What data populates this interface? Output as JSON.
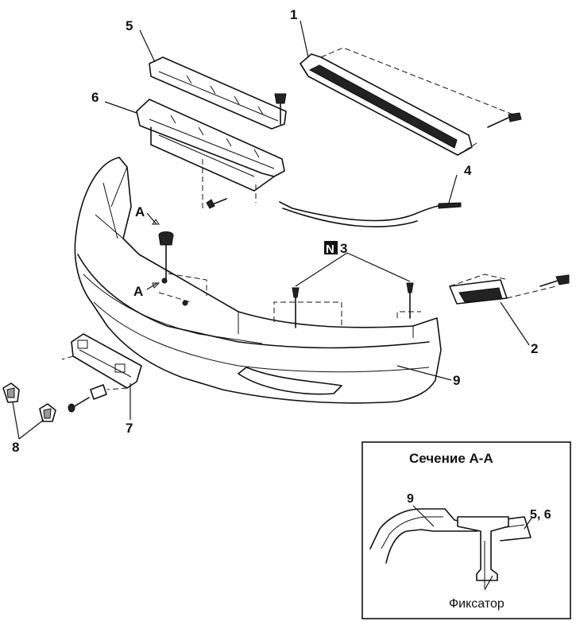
{
  "callouts": {
    "p1": "1",
    "p2": "2",
    "p3": "3",
    "p3_badge": "N",
    "p4": "4",
    "p5": "5",
    "p6": "6",
    "p7": "7",
    "p8": "8",
    "p9": "9",
    "section_mark_upper": "A",
    "section_mark_lower": "A"
  },
  "inset": {
    "title": "Сечение А-А",
    "label_bumper": "9",
    "label_reinforcement": "5, 6",
    "label_clip": "Фиксатор"
  }
}
